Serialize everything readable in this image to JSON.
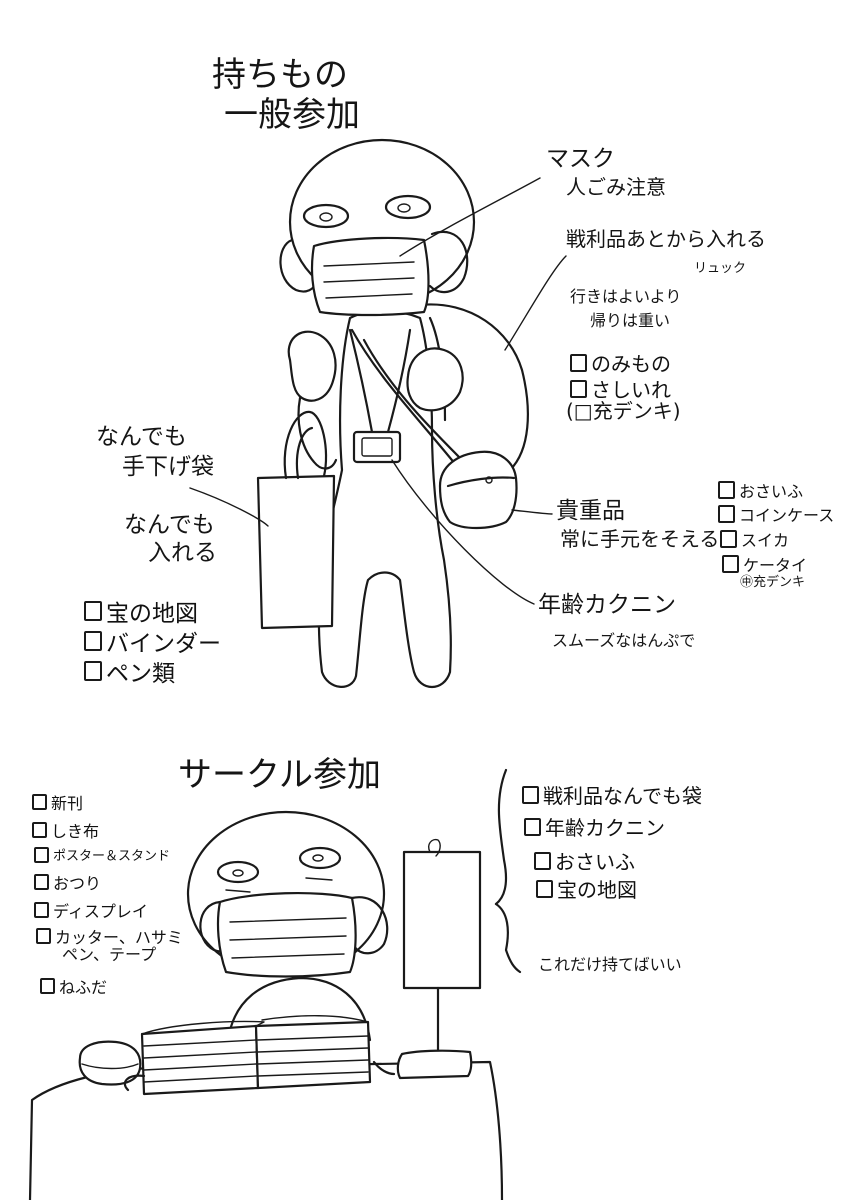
{
  "general": {
    "title_line1": "持ちもの",
    "title_line2": "一般参加",
    "mask": {
      "label": "マスク",
      "note": "人ごみ注意"
    },
    "backpack": {
      "label": "戦利品あとから入れる",
      "sublabel": "リュック",
      "note_line1": "行きはよいより",
      "note_line2": "帰りは重い",
      "items": [
        "のみもの",
        "さしいれ"
      ],
      "optional_item": "(□充デンキ)"
    },
    "tote": {
      "label_line1": "なんでも",
      "label_line2": "手下げ袋",
      "note_line1": "なんでも",
      "note_line2": "入れる",
      "items": [
        "宝の地図",
        "バインダー",
        "ペン類"
      ]
    },
    "pouch": {
      "label_line1": "貴重品",
      "label_line2": "常に手元をそえる",
      "items": [
        "おさいふ",
        "コインケース",
        "スイカ",
        "ケータイ"
      ],
      "extra": "㊥充デンキ"
    },
    "lanyard": {
      "label": "年齢カクニン",
      "note": "スムーズなはんぷで"
    }
  },
  "circle": {
    "title": "サークル参加",
    "left_items": [
      "新刊",
      "しき布",
      "ポスター＆スタンド",
      "おつり",
      "ディスプレイ",
      "カッター、ハサミ",
      "ねふだ"
    ],
    "left_item_cont": "ペン、テープ",
    "right_items": [
      "戦利品なんでも袋",
      "年齢カクニン",
      "おさいふ",
      "宝の地図"
    ],
    "summary": "これだけ持てばいい"
  }
}
